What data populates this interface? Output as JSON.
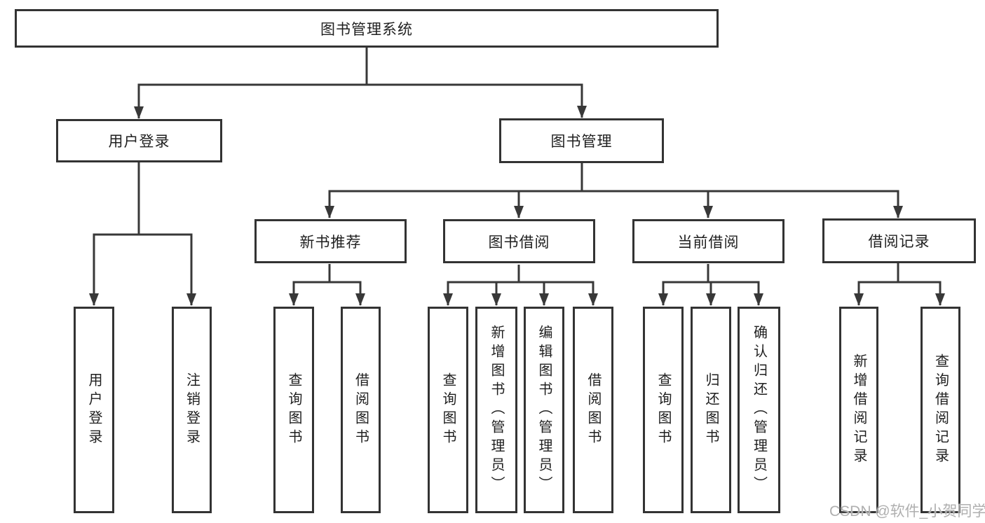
{
  "colors": {
    "line": "#383838",
    "box_border": "#333333",
    "text": "#1f1f1f",
    "watermark": "#afafaf",
    "background": "#ffffff"
  },
  "diagram": {
    "root": {
      "label": "图书管理系统"
    },
    "level2": [
      {
        "label": "用户登录"
      },
      {
        "label": "图书管理"
      }
    ],
    "level3": [
      {
        "label": "新书推荐"
      },
      {
        "label": "图书借阅"
      },
      {
        "label": "当前借阅"
      },
      {
        "label": "借阅记录"
      }
    ],
    "level4": {
      "user_login": [
        {
          "label": "用户登录"
        },
        {
          "label": "注销登录"
        }
      ],
      "new_book_recommend": [
        {
          "label": "查询图书"
        },
        {
          "label": "借阅图书"
        }
      ],
      "book_borrow": [
        {
          "label": "查询图书"
        },
        {
          "label": "新增图书（管理员）"
        },
        {
          "label": "编辑图书（管理员）"
        },
        {
          "label": "借阅图书"
        }
      ],
      "current_borrow": [
        {
          "label": "查询图书"
        },
        {
          "label": "归还图书"
        },
        {
          "label": "确认归还（管理员）"
        }
      ],
      "borrow_records": [
        {
          "label": "新增借阅记录"
        },
        {
          "label": "查询借阅记录"
        }
      ]
    }
  },
  "watermark": {
    "text": "CSDN @软件_小贺同学"
  }
}
